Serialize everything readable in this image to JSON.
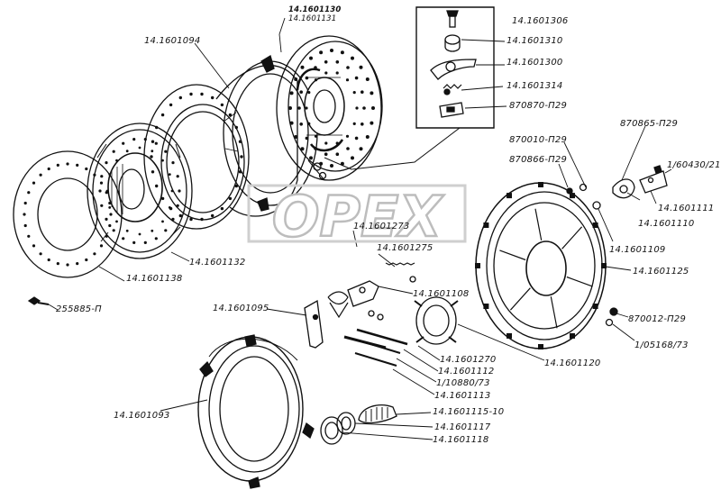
{
  "watermark": "OPEX",
  "labels": {
    "l1": "14.1601130",
    "l2": "14.1601131",
    "l3": "14.1601306",
    "l4": "14.1601094",
    "l5": "14.1601310",
    "l6": "14.1601300",
    "l7": "14.1601314",
    "l8": "870870-П29",
    "l9": "870865-П29",
    "l10": "870010-П29",
    "l11": "870866-П29",
    "l12": "1/60430/21",
    "l13": "14.1601111",
    "l14": "14.1601110",
    "l15": "14.1601273",
    "l16": "14.1601275",
    "l17": "14.1601109",
    "l18": "14.1601125",
    "l19": "14.1601132",
    "l20": "14.1601138",
    "l21": "14.1601108",
    "l22": "255885-П",
    "l23": "14.1601095",
    "l24": "870012-П29",
    "l25": "1/05168/73",
    "l26": "14.1601270",
    "l27": "14.1601120",
    "l28": "14.1601112",
    "l29": "1/10880/73",
    "l30": "14.1601113",
    "l31": "14.1601093",
    "l32": "14.1601115-10",
    "l33": "14.1601117",
    "l34": "14.1601118"
  }
}
